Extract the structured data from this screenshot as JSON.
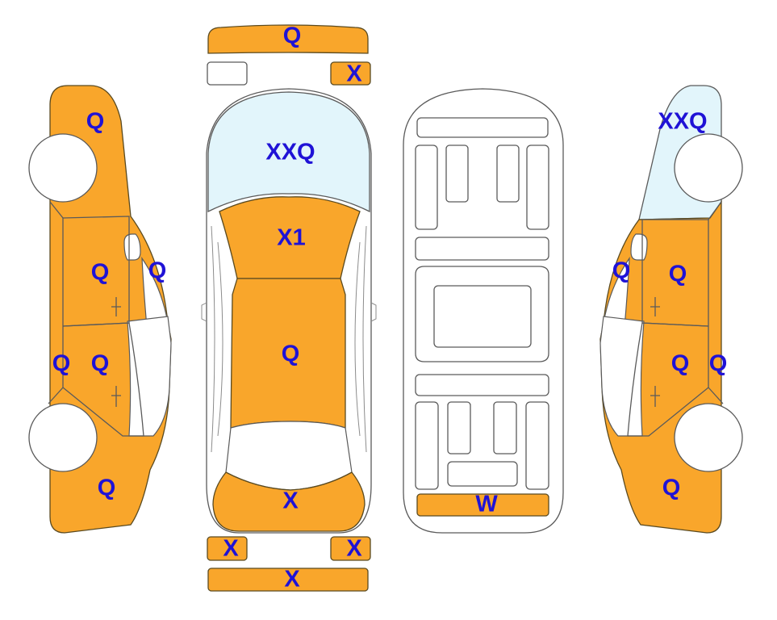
{
  "colors": {
    "damage": "#f9a62b",
    "glass": "#e2f5fb",
    "body_outline": "#5a5a5a",
    "label": "#1f12d6",
    "background": "#ffffff"
  },
  "labels": {
    "front_bumper_top": "Q",
    "front_lamp_right": "X",
    "windshield": "XXQ",
    "hood": "X1",
    "roof": "Q",
    "trunk": "X",
    "rear_lamp_left": "X",
    "rear_lamp_right": "X",
    "rear_bumper": "X",
    "underbody_rear": "W",
    "left_fender_front": "Q",
    "left_front_door": "Q",
    "left_a_pillar": "Q",
    "left_rocker": "Q",
    "left_rear_door": "Q",
    "left_quarter": "Q",
    "right_windshield": "XXQ",
    "right_a_pillar": "Q",
    "right_front_door": "Q",
    "right_rear_door": "Q",
    "right_rocker": "Q",
    "right_quarter": "Q"
  }
}
